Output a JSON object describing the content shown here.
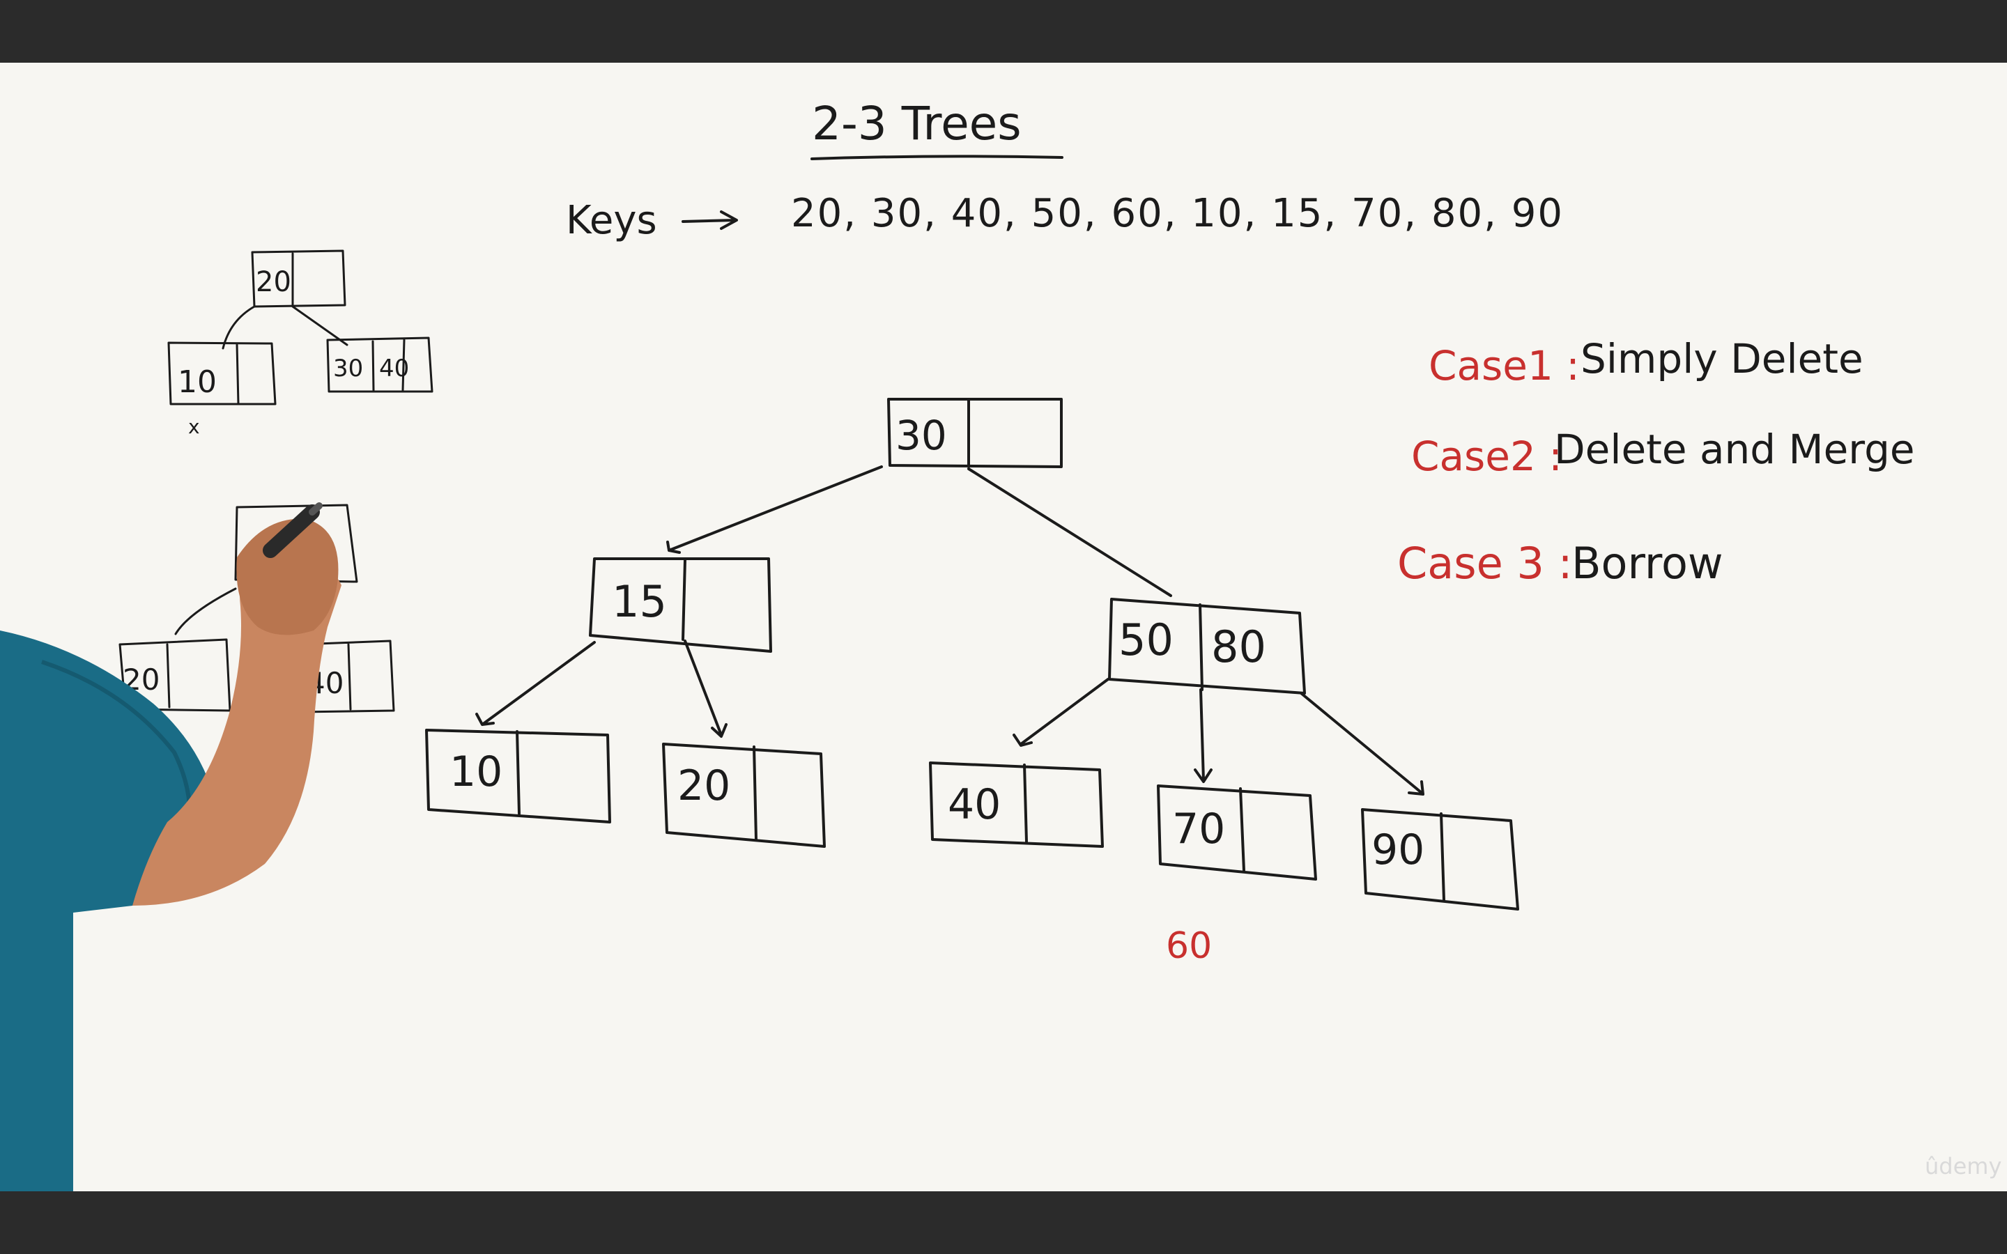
{
  "board": {
    "title": "2-3 Trees",
    "keys_label": "Keys",
    "keys_sequence": "20, 30, 40, 50, 60, 10, 15, 70, 80, 90"
  },
  "cases": [
    {
      "label": "Case1 :",
      "text": "Simply Delete"
    },
    {
      "label": "Case2 :",
      "text": "Delete and Merge"
    },
    {
      "label": "Case 3 :",
      "text": "Borrow"
    }
  ],
  "tree": {
    "root": "30",
    "level2": [
      "15",
      "50",
      "80"
    ],
    "leaves": [
      "10",
      "20",
      "40",
      "70",
      "90"
    ],
    "annotation": "60"
  },
  "side_tree": {
    "top": {
      "root": "20",
      "left_leaf": "10",
      "right_leaf_a": "30",
      "right_leaf_b": "40",
      "mark": "x"
    },
    "bottom": {
      "left_leaf": "20",
      "right_leaf": "40"
    }
  },
  "watermark": "ûdemy",
  "colors": {
    "board": "#f7f6f2",
    "ink": "#1b1b1b",
    "red_ink": "#c8302e",
    "frame": "#2b2b2b"
  }
}
